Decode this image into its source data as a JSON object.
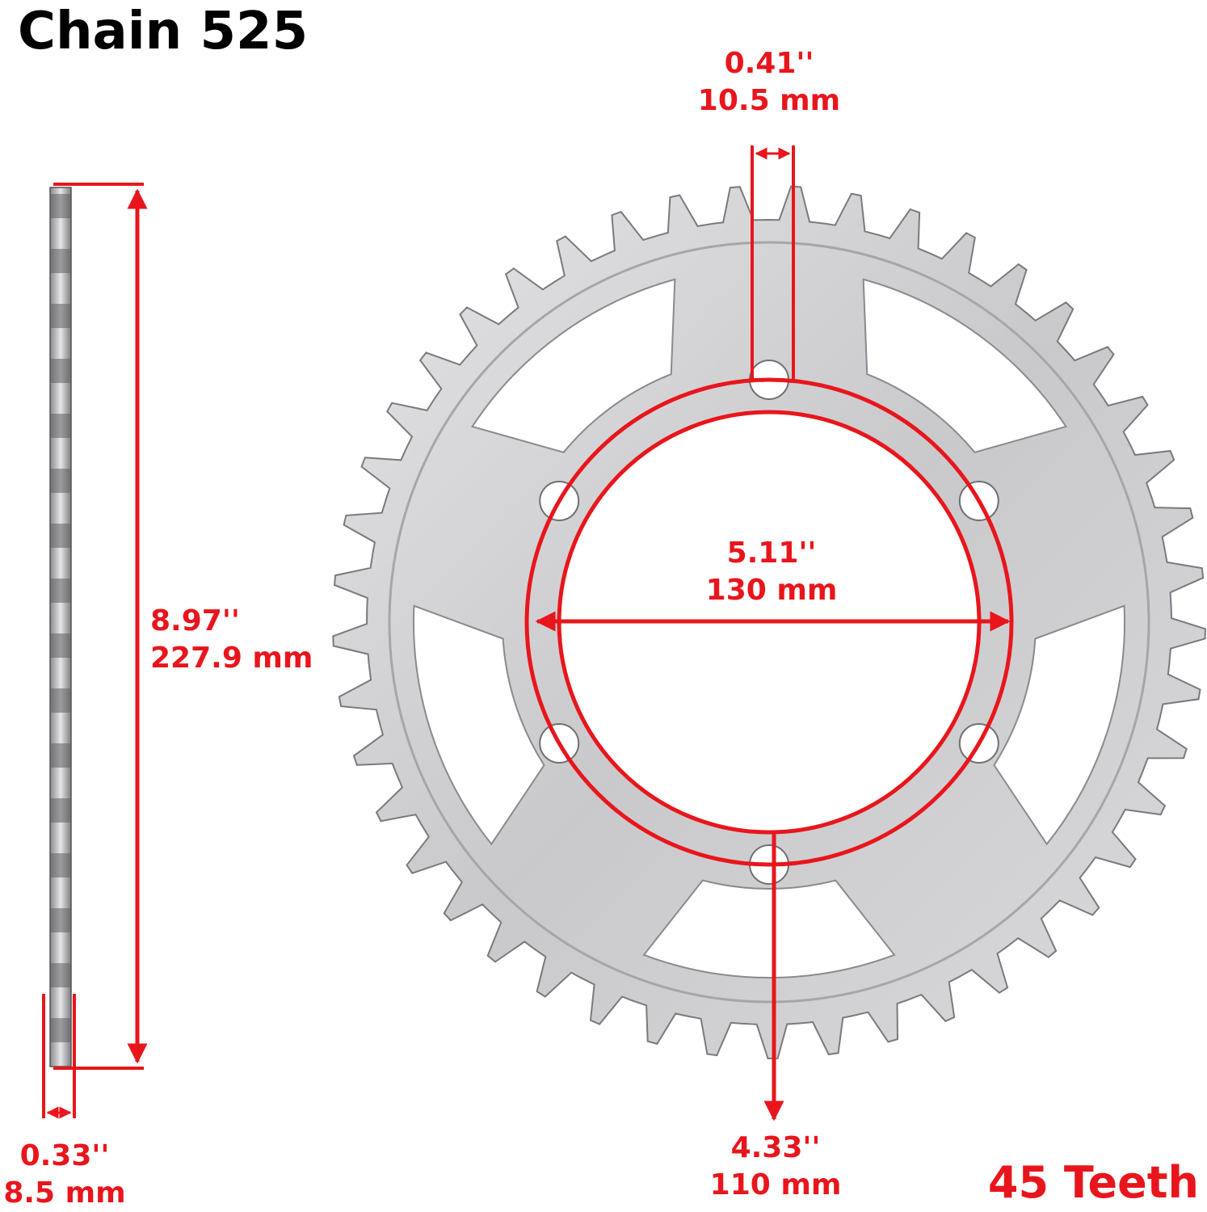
{
  "title": "Chain 525",
  "teeth_label": "45 Teeth",
  "colors": {
    "accent": "#e8161c",
    "metal": "#cfcfd2",
    "text": "#000000"
  },
  "dimensions": {
    "tooth_width": {
      "inch": "0.41''",
      "mm": "10.5 mm"
    },
    "bolt_circle": {
      "inch": "5.11''",
      "mm": "130 mm"
    },
    "outer_diameter": {
      "inch": "8.97''",
      "mm": "227.9 mm"
    },
    "thickness": {
      "inch": "0.33''",
      "mm": "8.5 mm"
    },
    "center_bore": {
      "inch": "4.33''",
      "mm": "110 mm"
    }
  }
}
